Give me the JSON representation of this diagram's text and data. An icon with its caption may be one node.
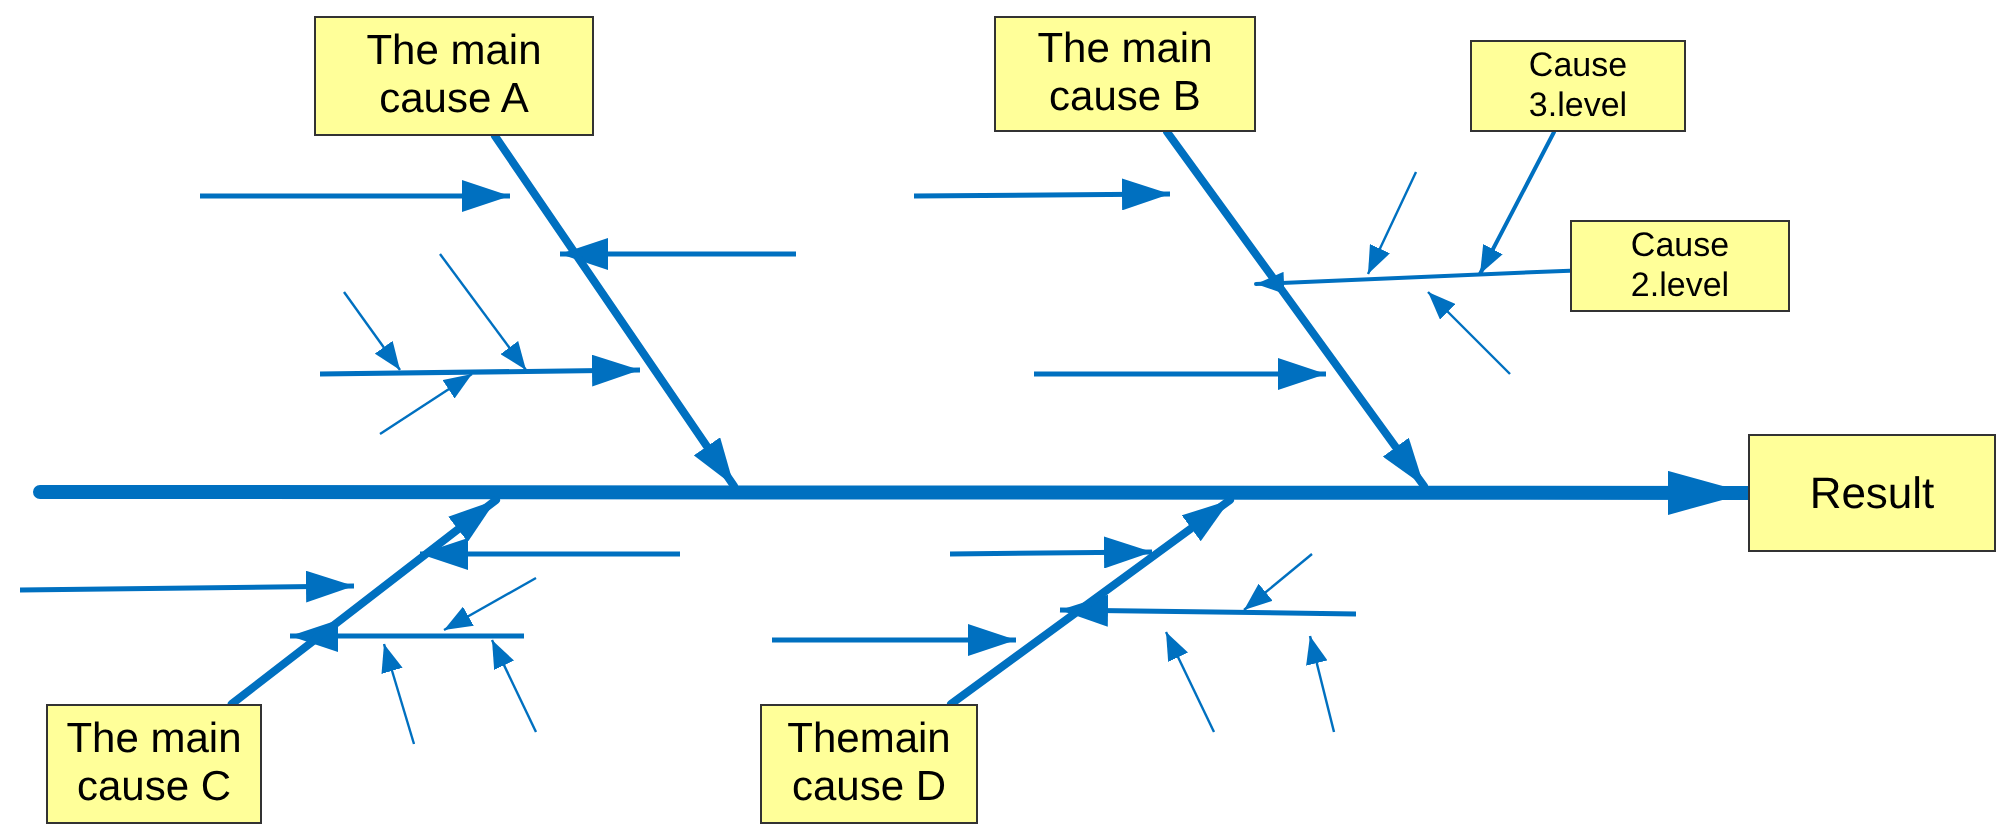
{
  "diagram": {
    "nodes": [
      {
        "text": [
          "The main cause A"
        ]
      },
      {
        "text": [
          "The main cause B"
        ]
      },
      {
        "text": [
          "Cause 3.level"
        ]
      },
      {
        "text": [
          "Cause 2.level"
        ]
      },
      {
        "text": [
          "Result"
        ]
      },
      {
        "text": [
          "The main cause C"
        ]
      },
      {
        "text": [
          "Themain cause D"
        ]
      }
    ],
    "edges": [
      {
        "from": null,
        "to": 4,
        "arrow": "to"
      },
      {
        "from": 0,
        "to": null,
        "arrow": "to"
      },
      {
        "from": 1,
        "to": null,
        "arrow": "to"
      },
      {
        "from": 5,
        "to": null,
        "arrow": "to"
      },
      {
        "from": 6,
        "to": null,
        "arrow": "to"
      },
      {
        "from": 3,
        "to": null,
        "arrow": "to"
      },
      {
        "from": 2,
        "to": null,
        "arrow": "to"
      }
    ]
  }
}
